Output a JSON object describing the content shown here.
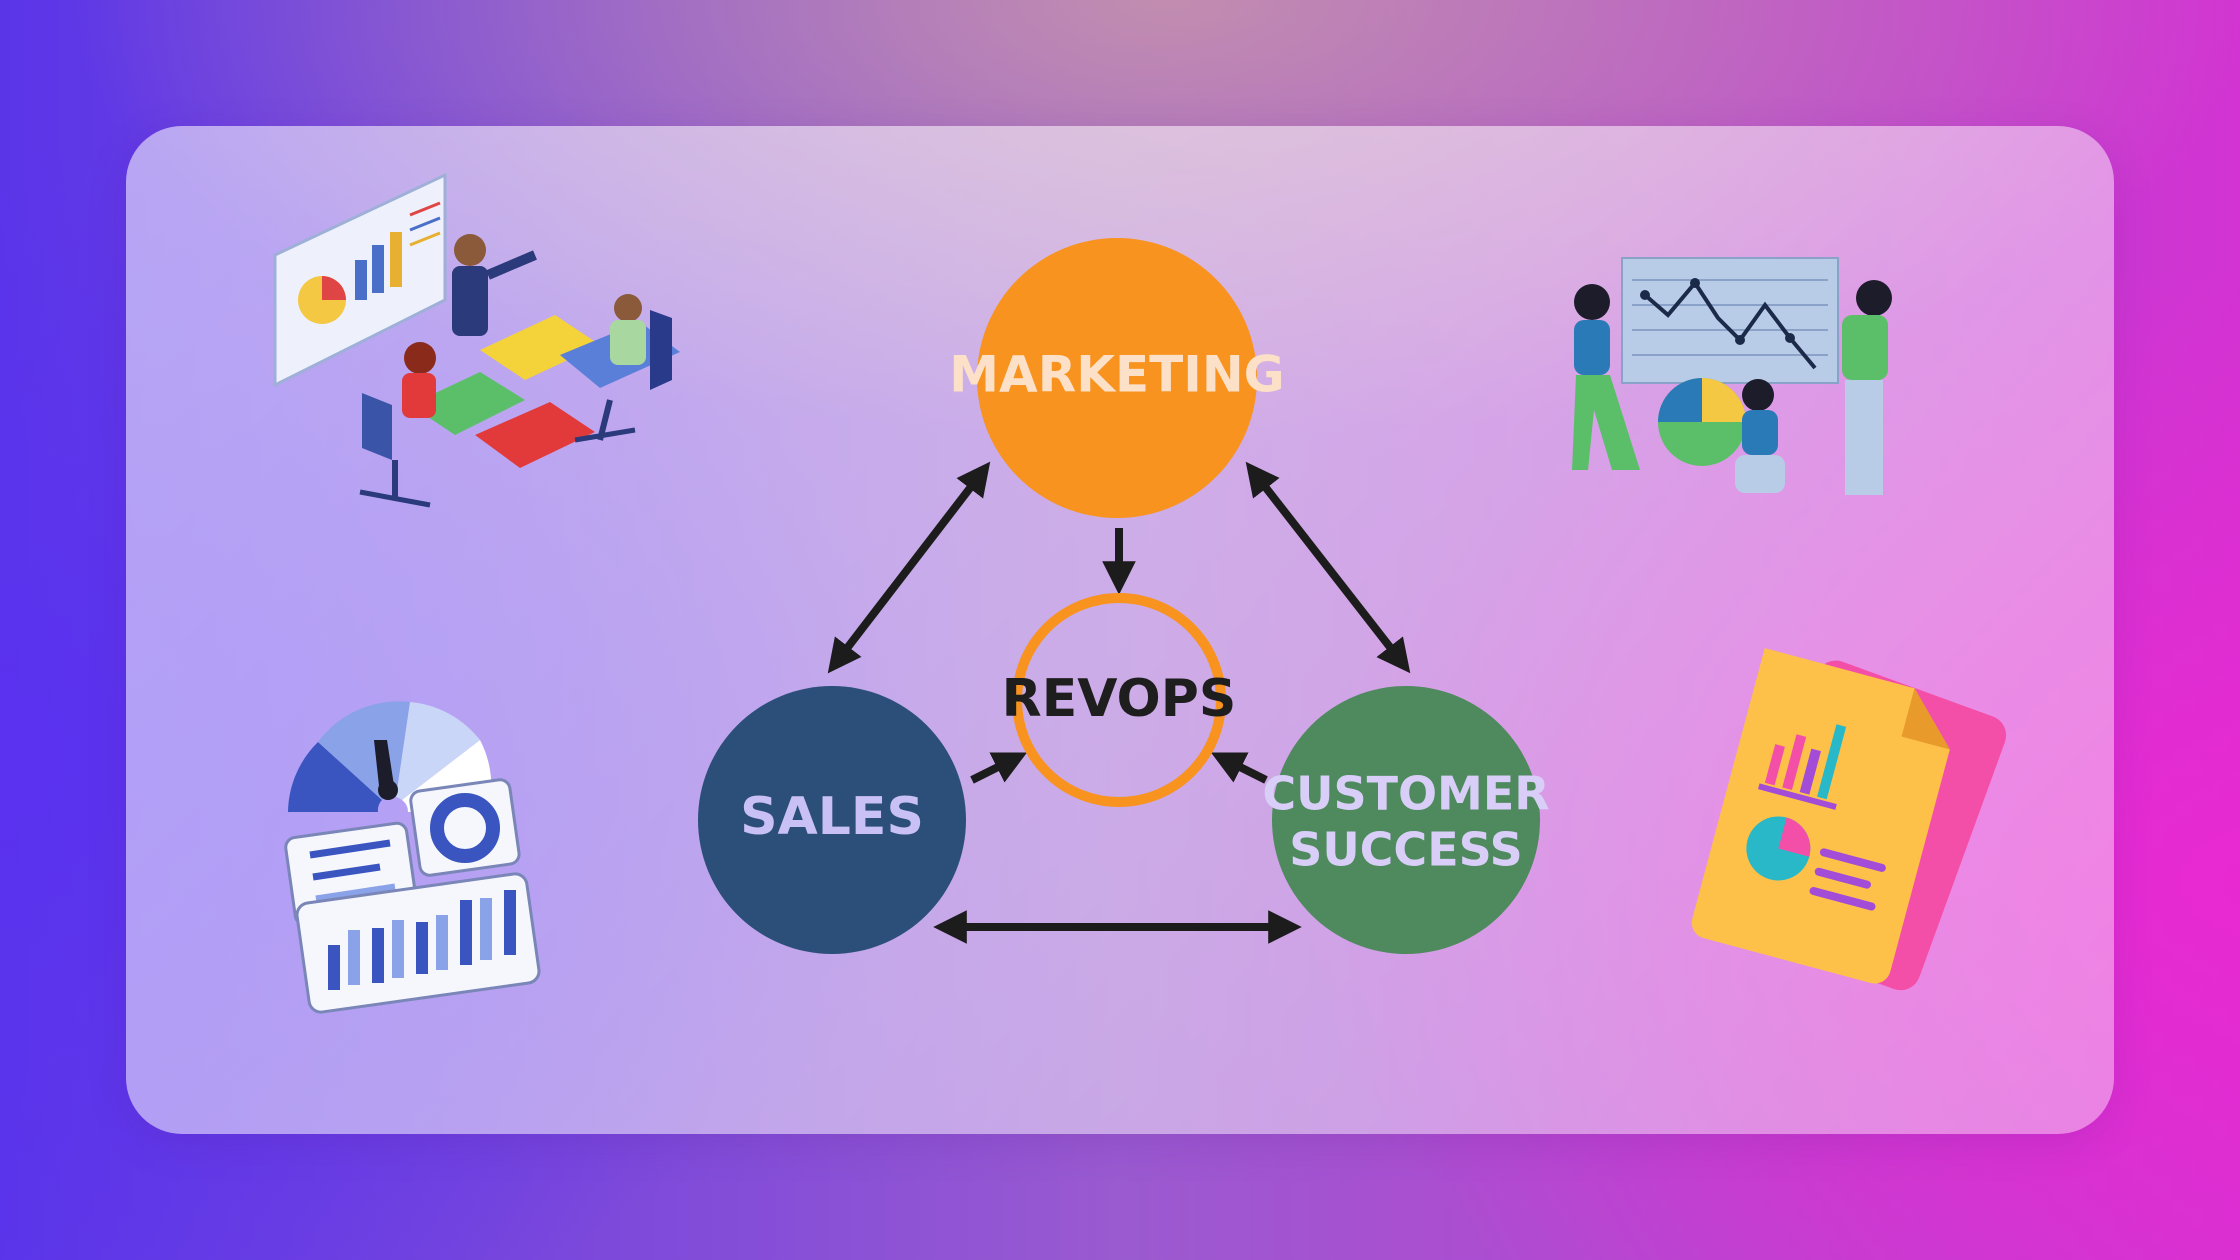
{
  "nodes": {
    "marketing": {
      "label": "MARKETING",
      "color": "#f7931e",
      "text_color": "#fde0c8"
    },
    "revops": {
      "label": "REVOPS",
      "color": "#f7931e",
      "text_color": "#1e1e1e"
    },
    "sales": {
      "label": "SALES",
      "color": "#2b4f78",
      "text_color": "#c9c0f5"
    },
    "customer_success": {
      "line1": "CUSTOMER",
      "line2": "SUCCESS",
      "color": "#4e8a5e",
      "text_color": "#d8cef8"
    }
  },
  "arrow_color": "#1c1c1c",
  "illustrations": [
    "team-meeting-icon",
    "data-analysis-team-icon",
    "dashboard-gauge-icon",
    "report-document-icon"
  ]
}
